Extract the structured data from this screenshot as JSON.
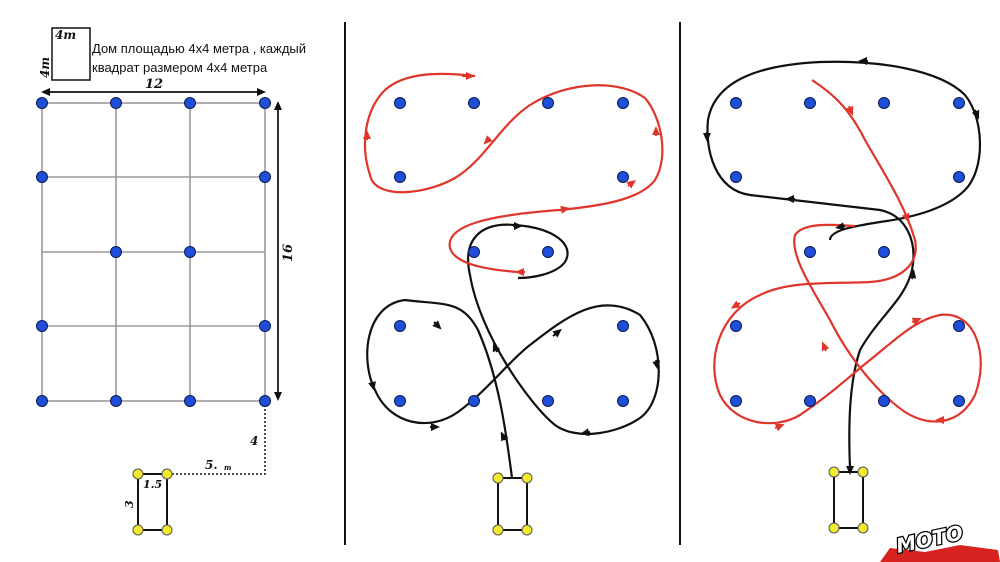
{
  "caption_line1": "Дом площадью 4х4 метра , каждый",
  "caption_line2": "квадрат размером 4х4 метра",
  "house": {
    "width_label": "4m",
    "height_label": "4m"
  },
  "dimensions": {
    "width": "12",
    "height": "16",
    "offset_down": "4",
    "offset_left": "5.",
    "unit_mark": "m",
    "start_width": "1.5",
    "start_height": "3"
  },
  "logo": {
    "text": "MOTO"
  },
  "colors": {
    "cone": "#1f4fd8",
    "start_cone": "#f2ea2e",
    "red_path": "#e0352b",
    "black_path": "#111111",
    "grid": "#9a9a9a"
  }
}
